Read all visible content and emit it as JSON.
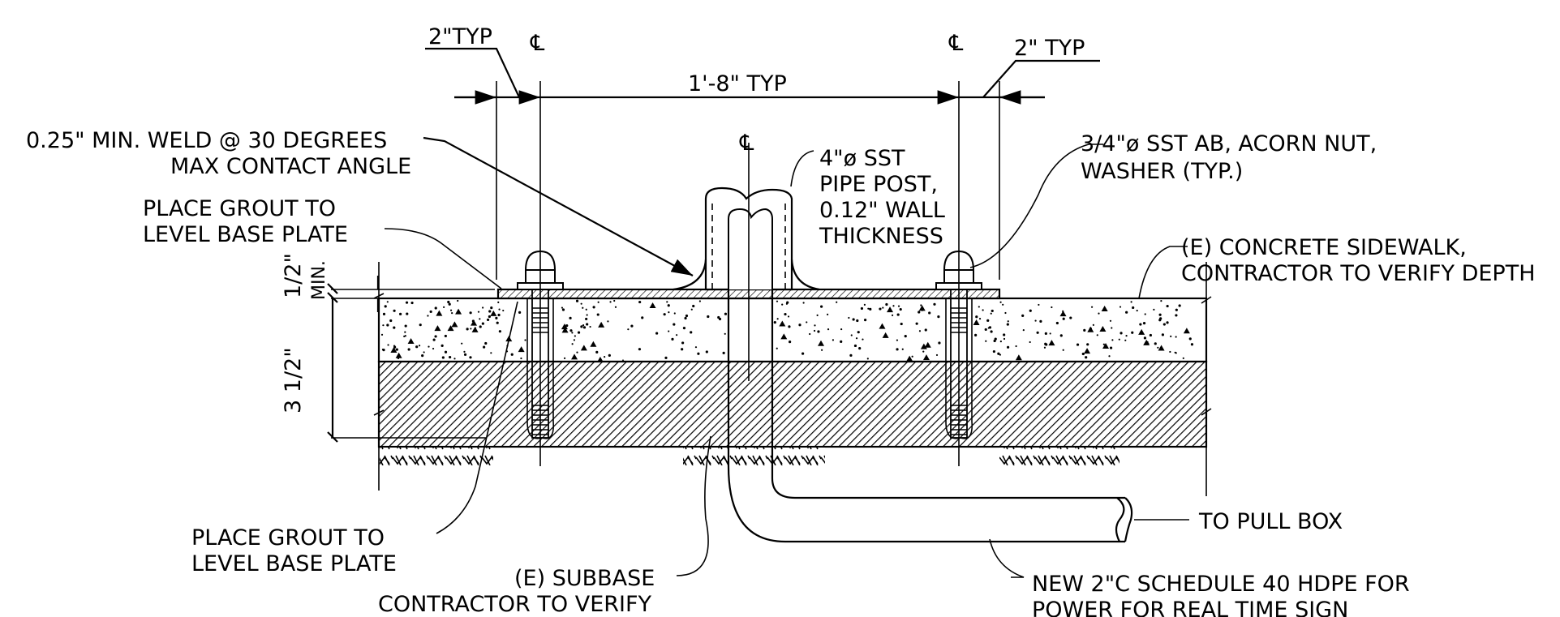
{
  "labels": {
    "dim_2typ_left": "2\"TYP",
    "dim_2typ_right": "2\" TYP",
    "dim_span": "1'-8\" TYP",
    "centerline": "℄",
    "weld_1": "0.25\" MIN. WELD @ 30 DEGREES",
    "weld_2": "MAX CONTACT ANGLE",
    "grout_top_1": "PLACE GROUT TO",
    "grout_top_2": "LEVEL BASE PLATE",
    "pipe_1": "4\"ø SST",
    "pipe_2": "PIPE POST,",
    "pipe_3": "0.12\" WALL",
    "pipe_4": "THICKNESS",
    "bolt_1": "3/4\"ø SST AB, ACORN NUT,",
    "bolt_2": "WASHER (TYP.)",
    "sidewalk_1": "(E) CONCRETE SIDEWALK,",
    "sidewalk_2": "CONTRACTOR TO VERIFY DEPTH",
    "vert_half": "1/2\"",
    "vert_min": "MIN.",
    "vert_depth": "3 1/2\"",
    "grout_bot_1": "PLACE GROUT TO",
    "grout_bot_2": "LEVEL BASE PLATE",
    "subbase_1": "(E) SUBBASE",
    "subbase_2": "CONTRACTOR TO VERIFY",
    "pullbox": "TO PULL BOX",
    "conduit_1": "NEW 2\"C SCHEDULE 40 HDPE FOR",
    "conduit_2": "POWER FOR REAL TIME SIGN"
  }
}
